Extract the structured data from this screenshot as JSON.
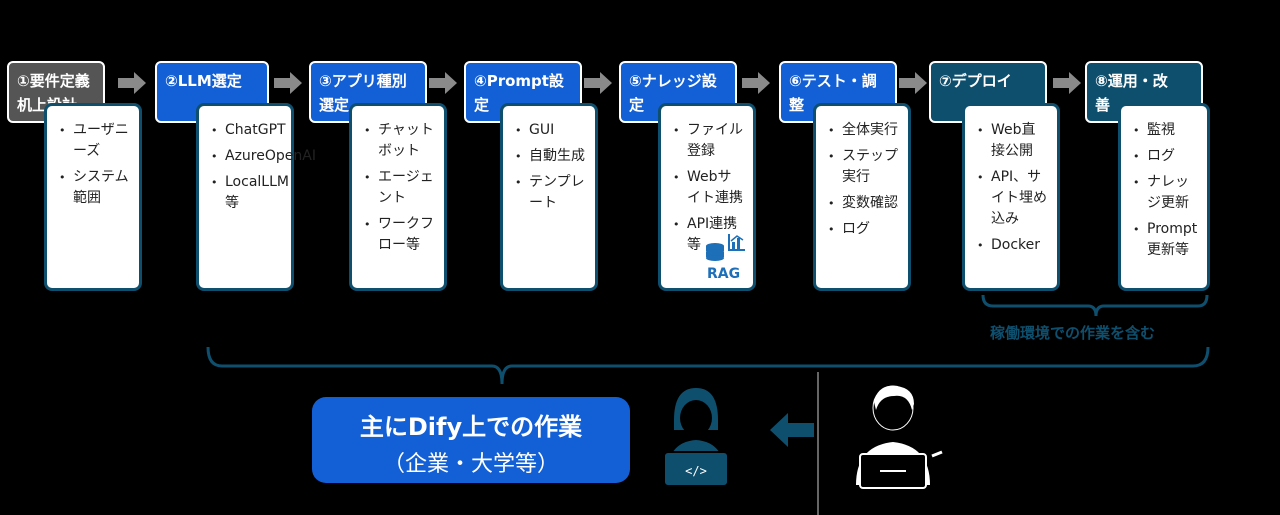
{
  "steps": [
    {
      "line1": "①要件定義",
      "line2": "机上設計"
    },
    {
      "line1": "②LLM選定",
      "line2": ""
    },
    {
      "line1": "③アプリ種別",
      "line2": "選定"
    },
    {
      "line1": "④Prompt設",
      "line2": "定"
    },
    {
      "line1": "⑤ナレッジ設",
      "line2": "定"
    },
    {
      "line1": "⑥テスト・調",
      "line2": "整"
    },
    {
      "line1": "⑦デプロイ",
      "line2": ""
    },
    {
      "line1": "⑧運用・改",
      "line2": "善"
    }
  ],
  "details": [
    [
      "ユーザニーズ",
      "システム範囲"
    ],
    [
      "ChatGPT",
      "AzureOpenAI",
      "LocalLLM等"
    ],
    [
      "チャットボット",
      "エージェント",
      "ワークフロー等"
    ],
    [
      "GUI",
      "自動生成",
      "テンプレート"
    ],
    [
      "ファイル登録",
      "Webサイト連携",
      "API連携等"
    ],
    [
      "全体実行",
      "ステップ実行",
      "変数確認",
      "ログ"
    ],
    [
      "Web直接公開",
      "API、サイト埋め込み",
      "Docker"
    ],
    [
      "監視",
      "ログ",
      "ナレッジ更新",
      "Prompt更新等"
    ]
  ],
  "rag_label": "RAG",
  "env_label": "稼働環境での作業を含む",
  "caption": {
    "main": "主にDify上での作業",
    "sub": "（企業・大学等）"
  },
  "colors": {
    "blue": "#1360d6",
    "teal": "#0f4f6e",
    "gray": "#555555",
    "arrow": "#8a8a8a"
  },
  "icons": [
    "arrow-right-icon",
    "developer-icon",
    "person-laptop-icon",
    "database-icon",
    "chart-icon",
    "arrow-left-icon"
  ]
}
